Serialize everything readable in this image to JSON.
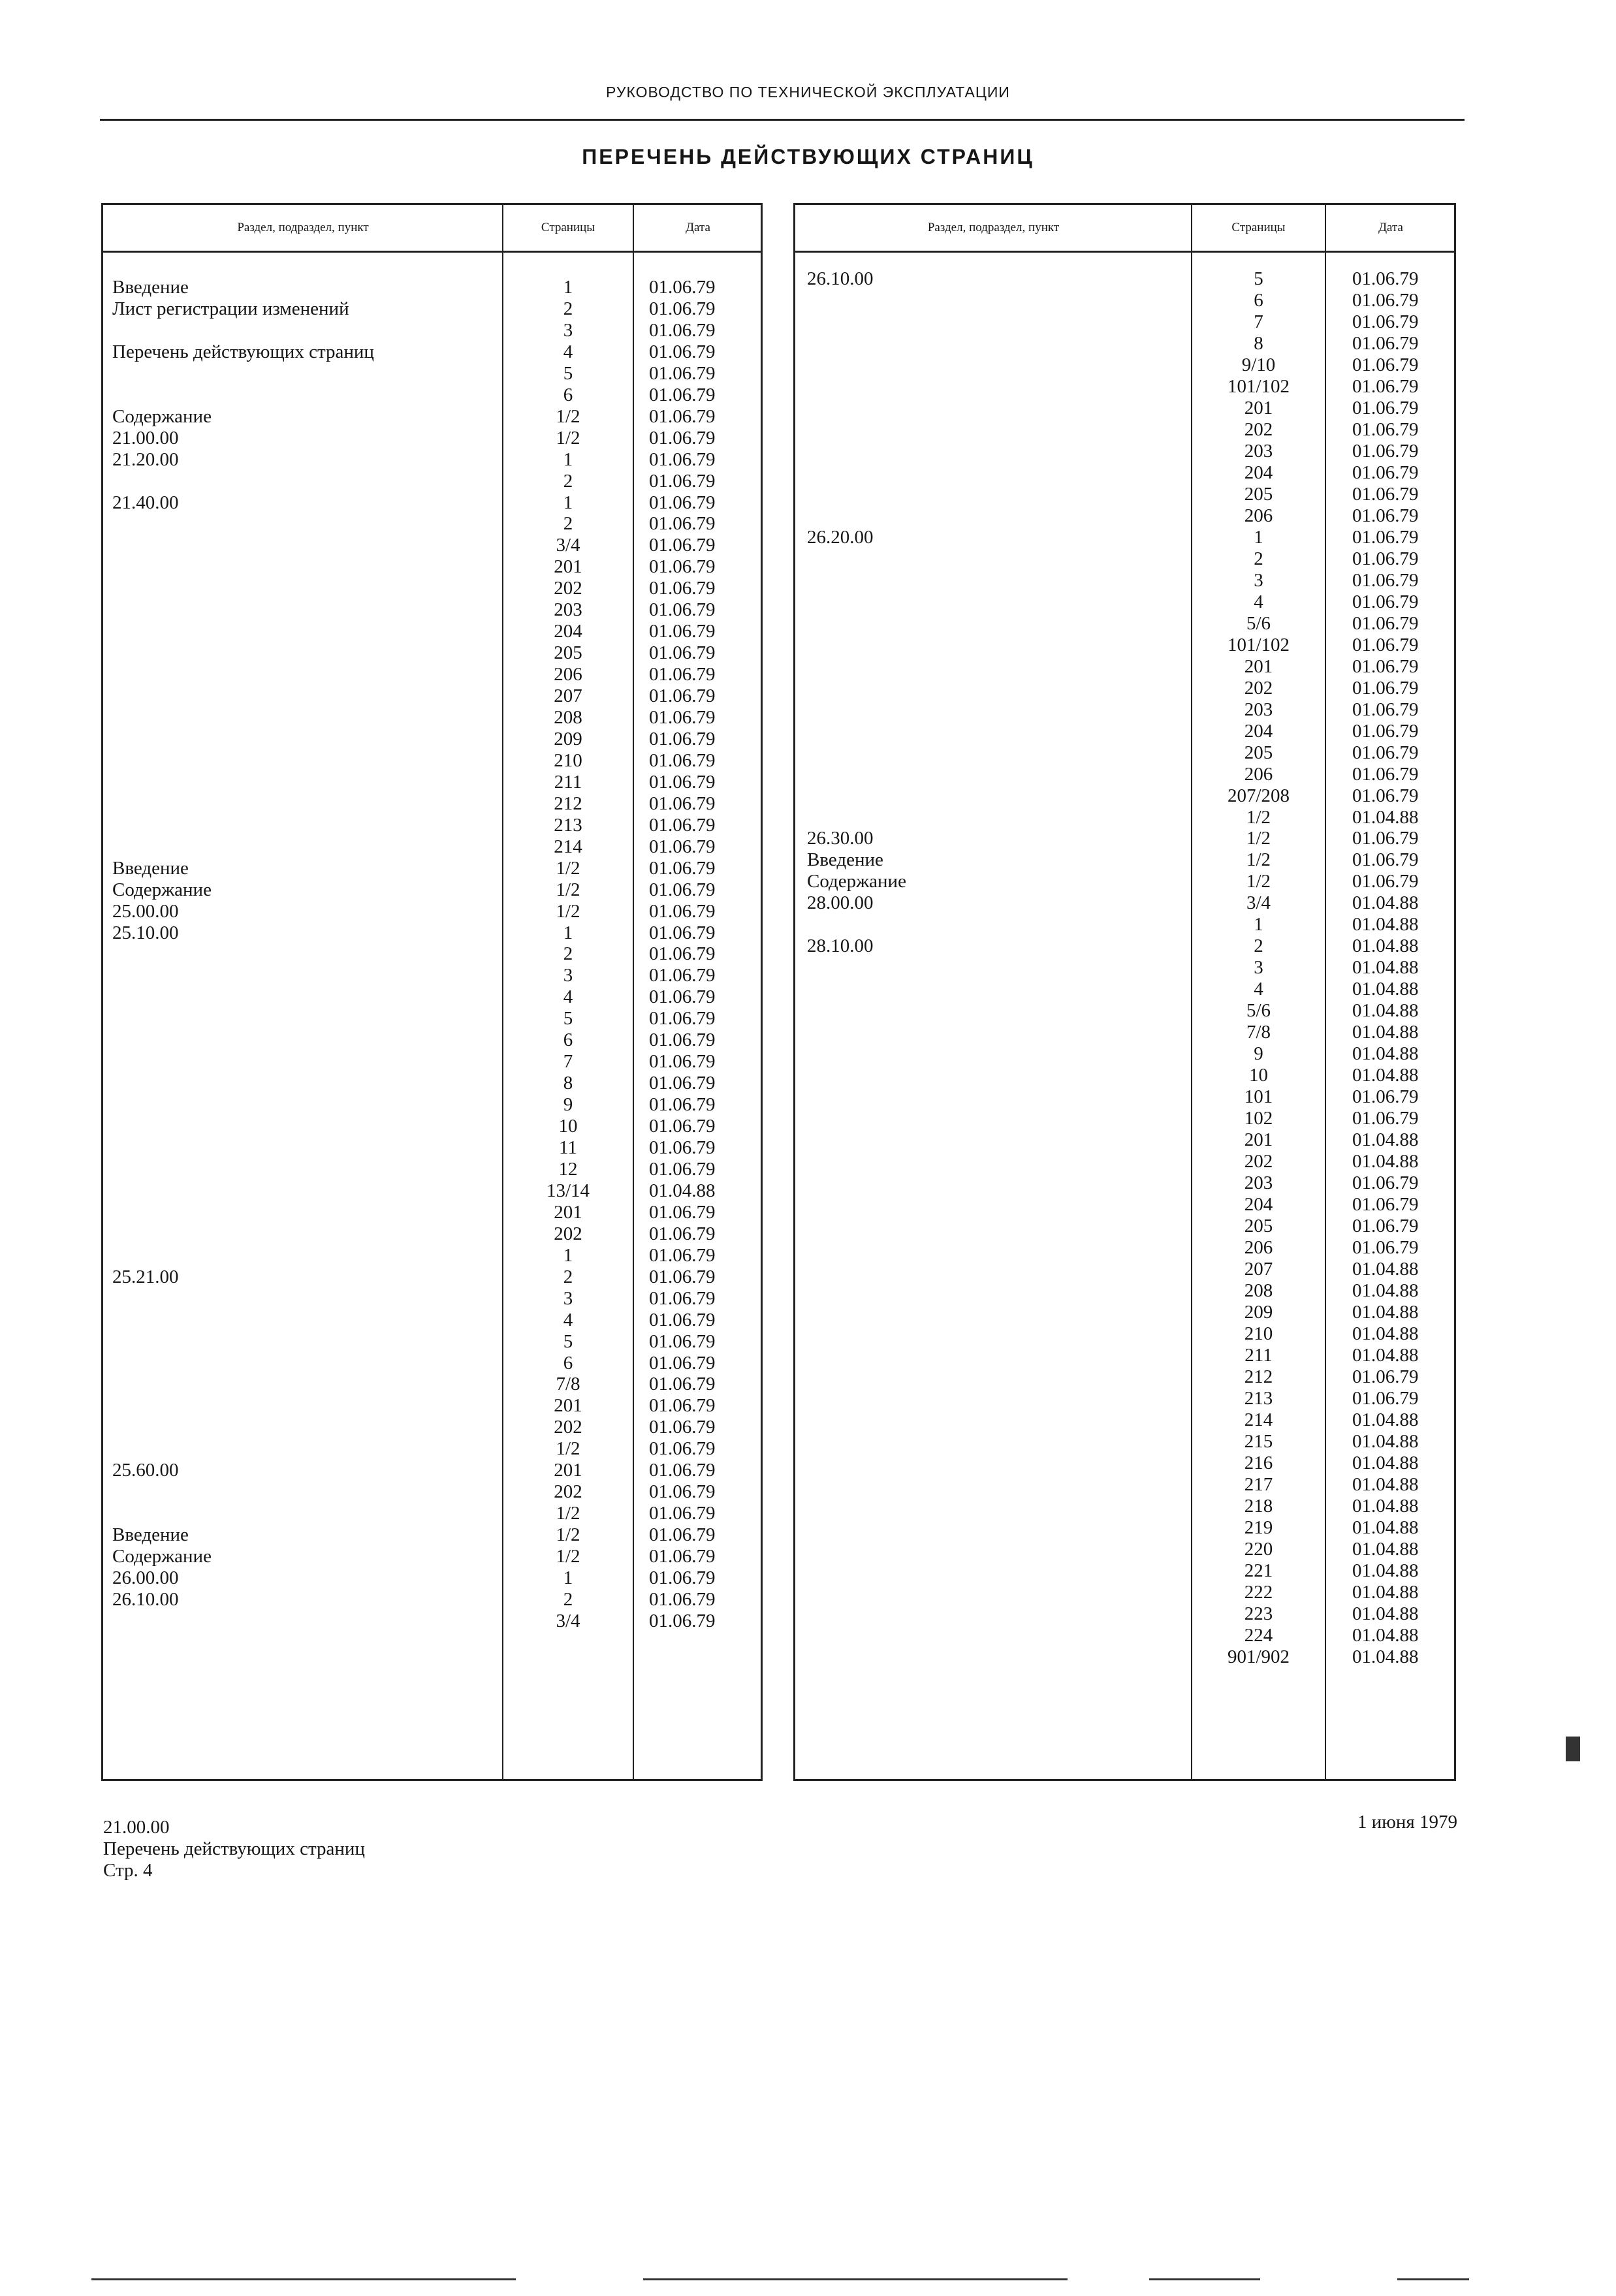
{
  "running_header": "РУКОВОДСТВО ПО ТЕХНИЧЕСКОЙ ЭКСПЛУАТАЦИИ",
  "title": "ПЕРЕЧЕНЬ ДЕЙСТВУЮЩИХ СТРАНИЦ",
  "columns": {
    "section": "Раздел, подраздел, пункт",
    "pages": "Страницы",
    "date": "Дата"
  },
  "left_table": {
    "sections": [
      {
        "text": "Введение",
        "row": 0
      },
      {
        "text": "Лист регистрации изменений",
        "row": 1
      },
      {
        "text": "Перечень действующих страниц",
        "row": 3
      },
      {
        "text": "Содержание",
        "row": 6
      },
      {
        "text": "21.00.00",
        "row": 7
      },
      {
        "text": "21.20.00",
        "row": 8
      },
      {
        "text": "21.40.00",
        "row": 10
      },
      {
        "text": "Введение",
        "row": 27
      },
      {
        "text": "Содержание",
        "row": 28
      },
      {
        "text": "25.00.00",
        "row": 29
      },
      {
        "text": "25.10.00",
        "row": 30
      },
      {
        "text": "25.21.00",
        "row": 46
      },
      {
        "text": "25.60.00",
        "row": 55
      },
      {
        "text": "Введение",
        "row": 58
      },
      {
        "text": "Содержание",
        "row": 59
      },
      {
        "text": "26.00.00",
        "row": 60
      },
      {
        "text": "26.10.00",
        "row": 61
      }
    ],
    "rows": [
      {
        "page": "1",
        "date": "01.06.79"
      },
      {
        "page": "2",
        "date": "01.06.79"
      },
      {
        "page": "3",
        "date": "01.06.79"
      },
      {
        "page": "4",
        "date": "01.06.79"
      },
      {
        "page": "5",
        "date": "01.06.79"
      },
      {
        "page": "6",
        "date": "01.06.79"
      },
      {
        "page": "1/2",
        "date": "01.06.79"
      },
      {
        "page": "1/2",
        "date": "01.06.79"
      },
      {
        "page": "1",
        "date": "01.06.79"
      },
      {
        "page": "2",
        "date": "01.06.79"
      },
      {
        "page": "1",
        "date": "01.06.79"
      },
      {
        "page": "2",
        "date": "01.06.79"
      },
      {
        "page": "3/4",
        "date": "01.06.79"
      },
      {
        "page": "201",
        "date": "01.06.79"
      },
      {
        "page": "202",
        "date": "01.06.79"
      },
      {
        "page": "203",
        "date": "01.06.79"
      },
      {
        "page": "204",
        "date": "01.06.79"
      },
      {
        "page": "205",
        "date": "01.06.79"
      },
      {
        "page": "206",
        "date": "01.06.79"
      },
      {
        "page": "207",
        "date": "01.06.79"
      },
      {
        "page": "208",
        "date": "01.06.79"
      },
      {
        "page": "209",
        "date": "01.06.79"
      },
      {
        "page": "210",
        "date": "01.06.79"
      },
      {
        "page": "211",
        "date": "01.06.79"
      },
      {
        "page": "212",
        "date": "01.06.79"
      },
      {
        "page": "213",
        "date": "01.06.79"
      },
      {
        "page": "214",
        "date": "01.06.79"
      },
      {
        "page": "1/2",
        "date": "01.06.79"
      },
      {
        "page": "1/2",
        "date": "01.06.79"
      },
      {
        "page": "1/2",
        "date": "01.06.79"
      },
      {
        "page": "1",
        "date": "01.06.79"
      },
      {
        "page": "2",
        "date": "01.06.79"
      },
      {
        "page": "3",
        "date": "01.06.79"
      },
      {
        "page": "4",
        "date": "01.06.79"
      },
      {
        "page": "5",
        "date": "01.06.79"
      },
      {
        "page": "6",
        "date": "01.06.79"
      },
      {
        "page": "7",
        "date": "01.06.79"
      },
      {
        "page": "8",
        "date": "01.06.79"
      },
      {
        "page": "9",
        "date": "01.06.79"
      },
      {
        "page": "10",
        "date": "01.06.79"
      },
      {
        "page": "11",
        "date": "01.06.79"
      },
      {
        "page": "12",
        "date": "01.06.79"
      },
      {
        "page": "13/14",
        "date": "01.04.88"
      },
      {
        "page": "201",
        "date": "01.06.79"
      },
      {
        "page": "202",
        "date": "01.06.79"
      },
      {
        "page": "1",
        "date": "01.06.79"
      },
      {
        "page": "2",
        "date": "01.06.79"
      },
      {
        "page": "3",
        "date": "01.06.79"
      },
      {
        "page": "4",
        "date": "01.06.79"
      },
      {
        "page": "5",
        "date": "01.06.79"
      },
      {
        "page": "6",
        "date": "01.06.79"
      },
      {
        "page": "7/8",
        "date": "01.06.79"
      },
      {
        "page": "201",
        "date": "01.06.79"
      },
      {
        "page": "202",
        "date": "01.06.79"
      },
      {
        "page": "1/2",
        "date": "01.06.79"
      },
      {
        "page": "201",
        "date": "01.06.79"
      },
      {
        "page": "202",
        "date": "01.06.79"
      },
      {
        "page": "1/2",
        "date": "01.06.79"
      },
      {
        "page": "1/2",
        "date": "01.06.79"
      },
      {
        "page": "1/2",
        "date": "01.06.79"
      },
      {
        "page": "1",
        "date": "01.06.79"
      },
      {
        "page": "2",
        "date": "01.06.79"
      },
      {
        "page": "3/4",
        "date": "01.06.79"
      }
    ]
  },
  "right_table": {
    "sections": [
      {
        "text": "26.10.00",
        "row": 0
      },
      {
        "text": "26.20.00",
        "row": 12
      },
      {
        "text": "26.30.00",
        "row": 26
      },
      {
        "text": "Введение",
        "row": 27
      },
      {
        "text": "Содержание",
        "row": 28
      },
      {
        "text": "28.00.00",
        "row": 29
      },
      {
        "text": "28.10.00",
        "row": 31
      }
    ],
    "rows": [
      {
        "page": "5",
        "date": "01.06.79"
      },
      {
        "page": "6",
        "date": "01.06.79"
      },
      {
        "page": "7",
        "date": "01.06.79"
      },
      {
        "page": "8",
        "date": "01.06.79"
      },
      {
        "page": "9/10",
        "date": "01.06.79"
      },
      {
        "page": "101/102",
        "date": "01.06.79"
      },
      {
        "page": "201",
        "date": "01.06.79"
      },
      {
        "page": "202",
        "date": "01.06.79"
      },
      {
        "page": "203",
        "date": "01.06.79"
      },
      {
        "page": "204",
        "date": "01.06.79"
      },
      {
        "page": "205",
        "date": "01.06.79"
      },
      {
        "page": "206",
        "date": "01.06.79"
      },
      {
        "page": "1",
        "date": "01.06.79"
      },
      {
        "page": "2",
        "date": "01.06.79"
      },
      {
        "page": "3",
        "date": "01.06.79"
      },
      {
        "page": "4",
        "date": "01.06.79"
      },
      {
        "page": "5/6",
        "date": "01.06.79"
      },
      {
        "page": "101/102",
        "date": "01.06.79"
      },
      {
        "page": "201",
        "date": "01.06.79"
      },
      {
        "page": "202",
        "date": "01.06.79"
      },
      {
        "page": "203",
        "date": "01.06.79"
      },
      {
        "page": "204",
        "date": "01.06.79"
      },
      {
        "page": "205",
        "date": "01.06.79"
      },
      {
        "page": "206",
        "date": "01.06.79"
      },
      {
        "page": "207/208",
        "date": "01.06.79"
      },
      {
        "page": "1/2",
        "date": "01.04.88"
      },
      {
        "page": "1/2",
        "date": "01.06.79"
      },
      {
        "page": "1/2",
        "date": "01.06.79"
      },
      {
        "page": "1/2",
        "date": "01.06.79"
      },
      {
        "page": "3/4",
        "date": "01.04.88"
      },
      {
        "page": "1",
        "date": "01.04.88"
      },
      {
        "page": "2",
        "date": "01.04.88"
      },
      {
        "page": "3",
        "date": "01.04.88"
      },
      {
        "page": "4",
        "date": "01.04.88"
      },
      {
        "page": "5/6",
        "date": "01.04.88"
      },
      {
        "page": "7/8",
        "date": "01.04.88"
      },
      {
        "page": "9",
        "date": "01.04.88"
      },
      {
        "page": "10",
        "date": "01.04.88"
      },
      {
        "page": "101",
        "date": "01.06.79"
      },
      {
        "page": "102",
        "date": "01.06.79"
      },
      {
        "page": "201",
        "date": "01.04.88"
      },
      {
        "page": "202",
        "date": "01.04.88"
      },
      {
        "page": "203",
        "date": "01.06.79"
      },
      {
        "page": "204",
        "date": "01.06.79"
      },
      {
        "page": "205",
        "date": "01.06.79"
      },
      {
        "page": "206",
        "date": "01.06.79"
      },
      {
        "page": "207",
        "date": "01.04.88"
      },
      {
        "page": "208",
        "date": "01.04.88"
      },
      {
        "page": "209",
        "date": "01.04.88"
      },
      {
        "page": "210",
        "date": "01.04.88"
      },
      {
        "page": "211",
        "date": "01.04.88"
      },
      {
        "page": "212",
        "date": "01.06.79"
      },
      {
        "page": "213",
        "date": "01.06.79"
      },
      {
        "page": "214",
        "date": "01.04.88"
      },
      {
        "page": "215",
        "date": "01.04.88"
      },
      {
        "page": "216",
        "date": "01.04.88"
      },
      {
        "page": "217",
        "date": "01.04.88"
      },
      {
        "page": "218",
        "date": "01.04.88"
      },
      {
        "page": "219",
        "date": "01.04.88"
      },
      {
        "page": "220",
        "date": "01.04.88"
      },
      {
        "page": "221",
        "date": "01.04.88"
      },
      {
        "page": "222",
        "date": "01.04.88"
      },
      {
        "page": "223",
        "date": "01.04.88"
      },
      {
        "page": "224",
        "date": "01.04.88"
      },
      {
        "page": "901/902",
        "date": "01.04.88"
      }
    ]
  },
  "footer": {
    "section_code": "21.00.00",
    "section_name": "Перечень действующих страниц",
    "page_ref": "Стр. 4",
    "date": "1 июня 1979"
  }
}
